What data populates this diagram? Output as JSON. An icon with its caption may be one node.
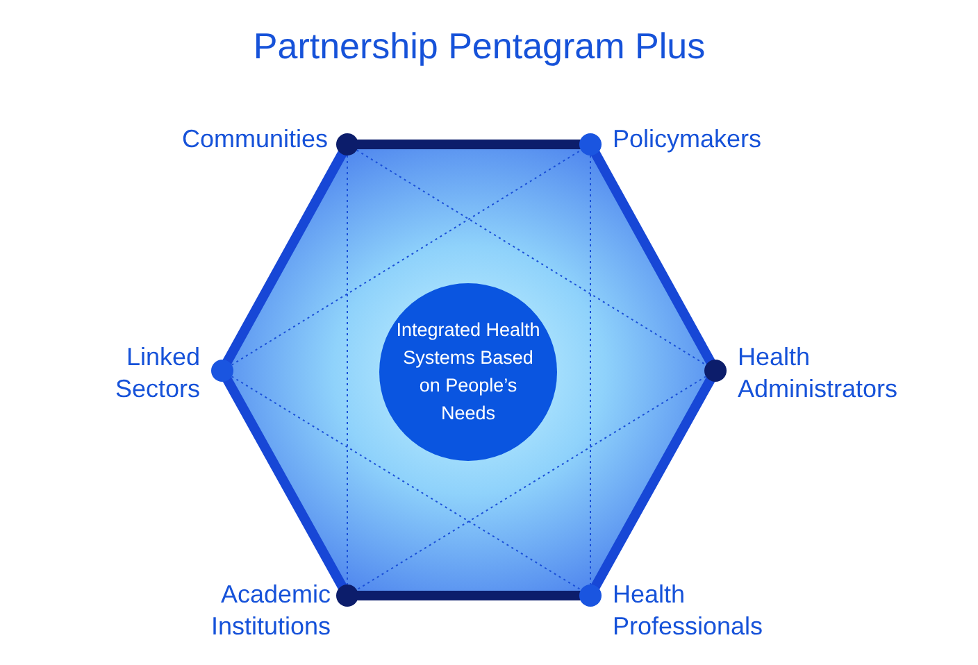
{
  "diagram": {
    "title": "Partnership Pentagram Plus",
    "nodes": [
      {
        "text": [],
        "shape": "circle",
        "beside": [
          "Communities"
        ]
      },
      {
        "text": [],
        "shape": "circle",
        "beside": [
          "Policymakers"
        ]
      },
      {
        "text": [],
        "shape": "circle",
        "beside": [
          "Linked Sectors"
        ]
      },
      {
        "text": [
          "Integrated Health Systems Based on People’s Needs"
        ]
      },
      {
        "text": [],
        "shape": "circle",
        "beside": [
          "Health Administrators"
        ]
      },
      {
        "text": [],
        "shape": "circle",
        "beside": [
          "Academic Institutions"
        ]
      },
      {
        "text": [],
        "shape": "circle",
        "beside": [
          "Health Professionals"
        ]
      }
    ],
    "edges": [
      {
        "from": 0,
        "to": 1,
        "arrow": "none",
        "style": "thick",
        "color": "#0c1d6b"
      },
      {
        "from": 1,
        "to": 4,
        "arrow": "none",
        "style": "thick",
        "color": "#1747d6"
      },
      {
        "from": 4,
        "to": 6,
        "arrow": "none",
        "style": "thick",
        "color": "#1747d6"
      },
      {
        "from": 6,
        "to": 5,
        "arrow": "none",
        "style": "thick",
        "color": "#0c1d6b"
      },
      {
        "from": 5,
        "to": 2,
        "arrow": "none",
        "style": "thick",
        "color": "#1747d6"
      },
      {
        "from": 2,
        "to": 0,
        "arrow": "none",
        "style": "thick",
        "color": "#1747d6"
      },
      {
        "from": 0,
        "to": 5,
        "arrow": "none",
        "style": "dashed",
        "color": "#1a4fd8"
      },
      {
        "from": 1,
        "to": 6,
        "arrow": "none",
        "style": "dashed",
        "color": "#1a4fd8"
      },
      {
        "from": 0,
        "to": 4,
        "arrow": "none",
        "style": "dashed",
        "color": "#1a4fd8"
      },
      {
        "from": 4,
        "to": 5,
        "arrow": "none",
        "style": "dashed",
        "color": "#1a4fd8"
      },
      {
        "from": 2,
        "to": 1,
        "arrow": "none",
        "style": "dashed",
        "color": "#1a4fd8"
      },
      {
        "from": 2,
        "to": 6,
        "arrow": "none",
        "style": "dashed",
        "color": "#1a4fd8"
      }
    ]
  }
}
